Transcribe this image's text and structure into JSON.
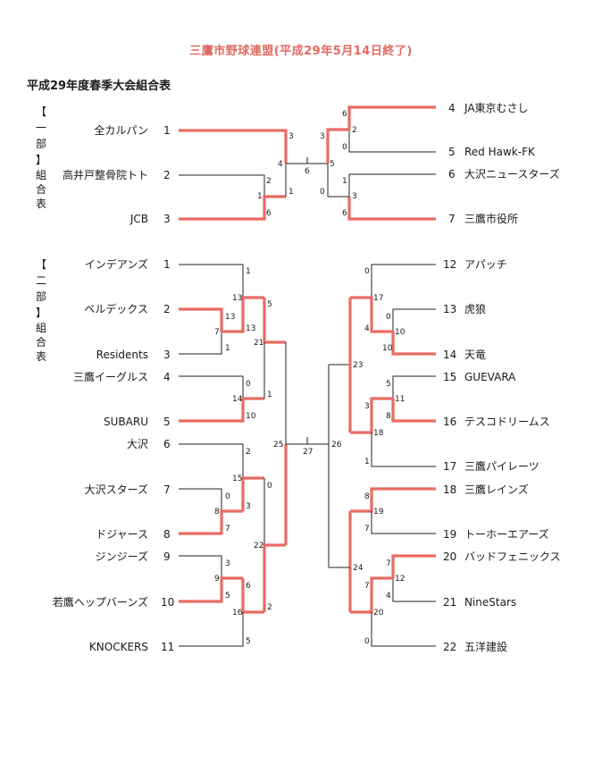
{
  "header": {
    "title": "三鷹市野球連盟(平成29年5月14日終了)",
    "subtitle": "平成29年度春季大会組合表"
  },
  "divisions": [
    {
      "label_chars": [
        "【",
        "一",
        "部",
        "】",
        "組",
        "合",
        "表"
      ]
    },
    {
      "label_chars": [
        "【",
        "二",
        "部",
        "】",
        "組",
        "合",
        "表"
      ]
    }
  ],
  "teams_div1_left": [
    {
      "name": "全カルパン",
      "seed": "1"
    },
    {
      "name": "高井戸整骨院トト",
      "seed": "2"
    },
    {
      "name": "JCB",
      "seed": "3"
    }
  ],
  "teams_div1_right": [
    {
      "seed": "4",
      "name": "JA東京むさし"
    },
    {
      "seed": "5",
      "name": "Red Hawk-FK"
    },
    {
      "seed": "6",
      "name": "大沢ニュースターズ"
    },
    {
      "seed": "7",
      "name": "三鷹市役所"
    }
  ],
  "teams_div2_left": [
    {
      "name": "インデアンズ",
      "seed": "1"
    },
    {
      "name": "ベルデックス",
      "seed": "2"
    },
    {
      "name": "Residents",
      "seed": "3"
    },
    {
      "name": "三鷹イーグルス",
      "seed": "4"
    },
    {
      "name": "SUBARU",
      "seed": "5"
    },
    {
      "name": "大沢",
      "seed": "6"
    },
    {
      "name": "大沢スターズ",
      "seed": "7"
    },
    {
      "name": "ドジャース",
      "seed": "8"
    },
    {
      "name": "ジンジーズ",
      "seed": "9"
    },
    {
      "name": "若鷹ヘップバーンズ",
      "seed": "10"
    },
    {
      "name": "KNOCKERS",
      "seed": "11"
    }
  ],
  "teams_div2_right": [
    {
      "seed": "12",
      "name": "アパッチ"
    },
    {
      "seed": "13",
      "name": "虎狼"
    },
    {
      "seed": "14",
      "name": "天竜"
    },
    {
      "seed": "15",
      "name": "GUEVARA"
    },
    {
      "seed": "16",
      "name": "テスコドリームス"
    },
    {
      "seed": "17",
      "name": "三鷹パイレーツ"
    },
    {
      "seed": "18",
      "name": "三鷹レインズ"
    },
    {
      "seed": "19",
      "name": "トーホーエアーズ"
    },
    {
      "seed": "20",
      "name": "バッドフェニックス"
    },
    {
      "seed": "21",
      "name": "NineStars"
    },
    {
      "seed": "22",
      "name": "五洋建設"
    }
  ],
  "scores": {
    "d1": {
      "m2_top": "2",
      "m2_bot": "6",
      "m2_num": "1",
      "m3_top": "3",
      "m3_bot": "1",
      "m3_num": "4",
      "m4_top": "6",
      "m4_bot": "0",
      "m4_num": "2",
      "m5_top": "1",
      "m5_bot": "6",
      "m5_num": "3",
      "m6_top": "3",
      "m6_bot": "0",
      "m6_num": "5",
      "final_num": "6"
    },
    "d2": {
      "l_a_top": "13",
      "l_a_bot": "1",
      "l_a_num": "7",
      "l_b_top": "1",
      "l_b_bot": "13",
      "l_b_num": "13",
      "l_c_top": "0",
      "l_c_bot": "10",
      "l_c_num": "14",
      "l_d_top": "5",
      "l_d_bot": "1",
      "l_d_num": "21",
      "l_e_top": "0",
      "l_e_bot": "7",
      "l_e_num": "8",
      "l_f_top": "2",
      "l_f_bot": "3",
      "l_f_num": "15",
      "l_g_top": "3",
      "l_g_bot": "5",
      "l_g_num": "9",
      "l_h_top": "6",
      "l_h_bot": "5",
      "l_h_num": "16",
      "l_i_top": "0",
      "l_i_bot": "2",
      "l_i_num": "22",
      "l_final_num": "25",
      "final_num": "27",
      "r_final_num": "26",
      "r_a_top": "0",
      "r_a_bot": "10",
      "r_a_num": "10",
      "r_b_top": "0",
      "r_b_bot": "4",
      "r_b_num": "17",
      "r_c_top": "5",
      "r_c_bot": "8",
      "r_c_num": "11",
      "r_d_top": "3",
      "r_d_bot": "1",
      "r_d_num": "18",
      "r_e_top": "23",
      "r_f_top": "8",
      "r_f_bot": "7",
      "r_f_num": "19",
      "r_g_top": "7",
      "r_g_bot": "4",
      "r_g_num": "12",
      "r_h_top": "7",
      "r_h_bot": "0",
      "r_h_num": "20",
      "r_i_num": "24"
    }
  },
  "colors": {
    "accent_red": "#ea6b63",
    "title_red": "#e06a62",
    "line": "#222222"
  }
}
